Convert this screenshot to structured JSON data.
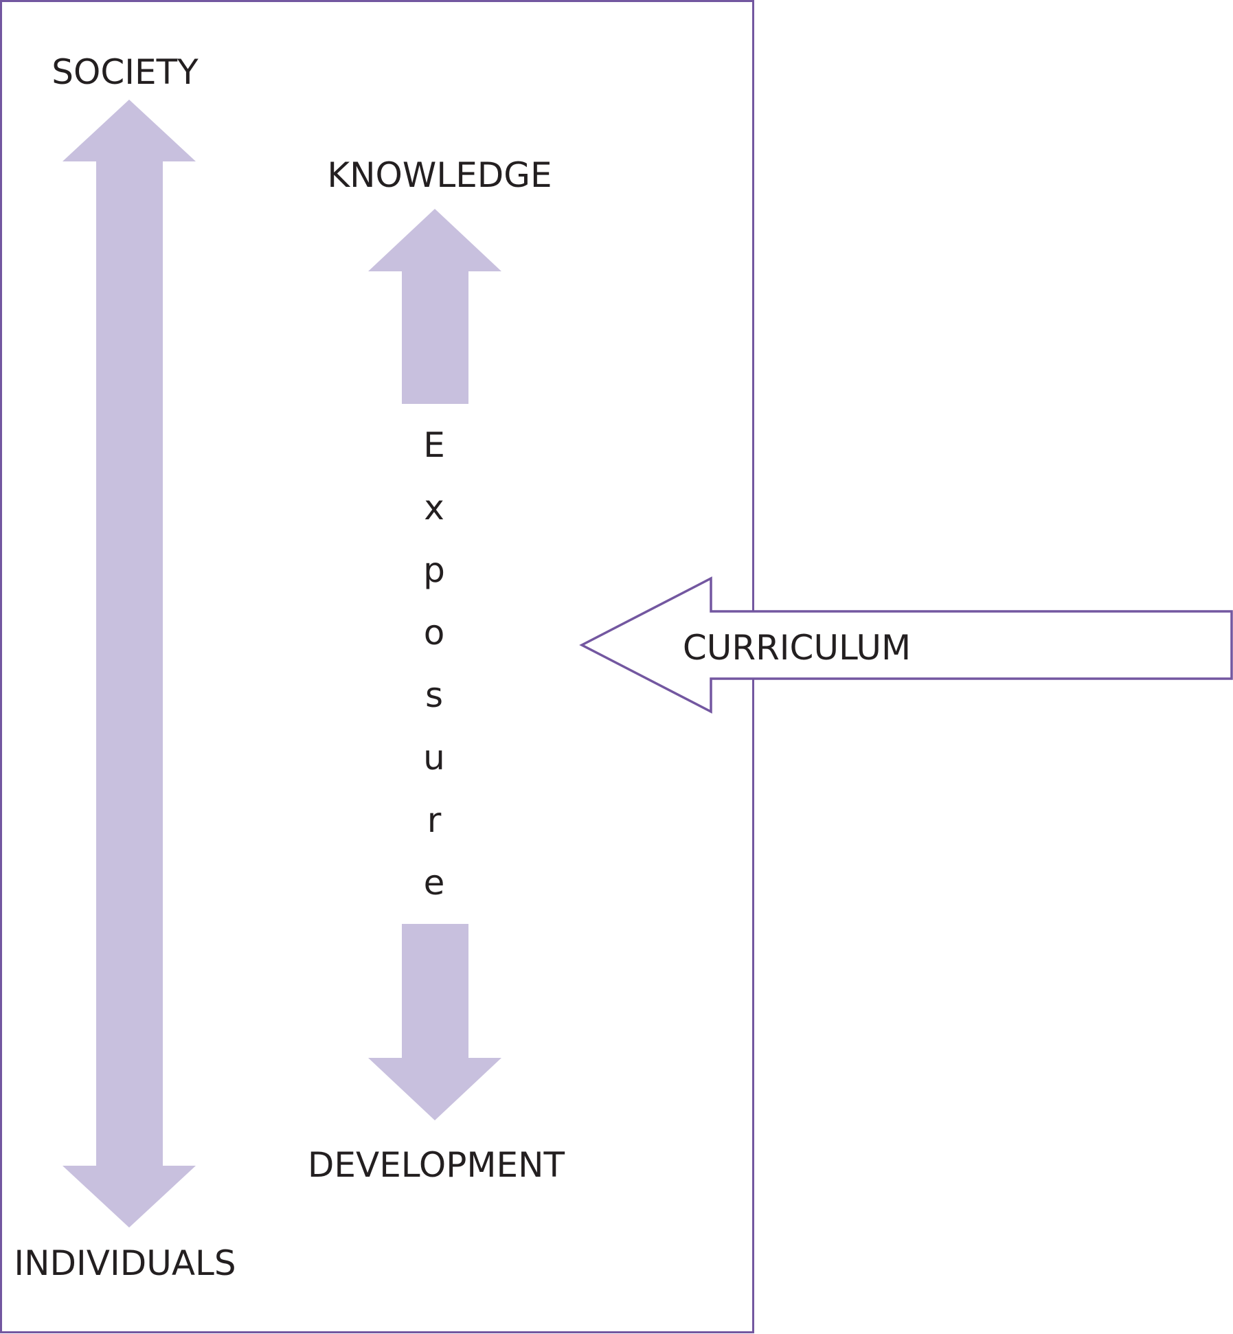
{
  "colors": {
    "frame_stroke": "#7357a0",
    "arrow_fill": "#c8c0de",
    "curriculum_stroke": "#7357a0",
    "text": "#231f20",
    "background": "#ffffff"
  },
  "labels": {
    "society": "SOCIETY",
    "individuals": "INDIVIDUALS",
    "knowledge": "KNOWLEDGE",
    "development": "DEVELOPMENT",
    "curriculum": "CURRICULUM"
  },
  "exposure_letters": [
    "E",
    "x",
    "p",
    "o",
    "s",
    "u",
    "r",
    "e"
  ]
}
